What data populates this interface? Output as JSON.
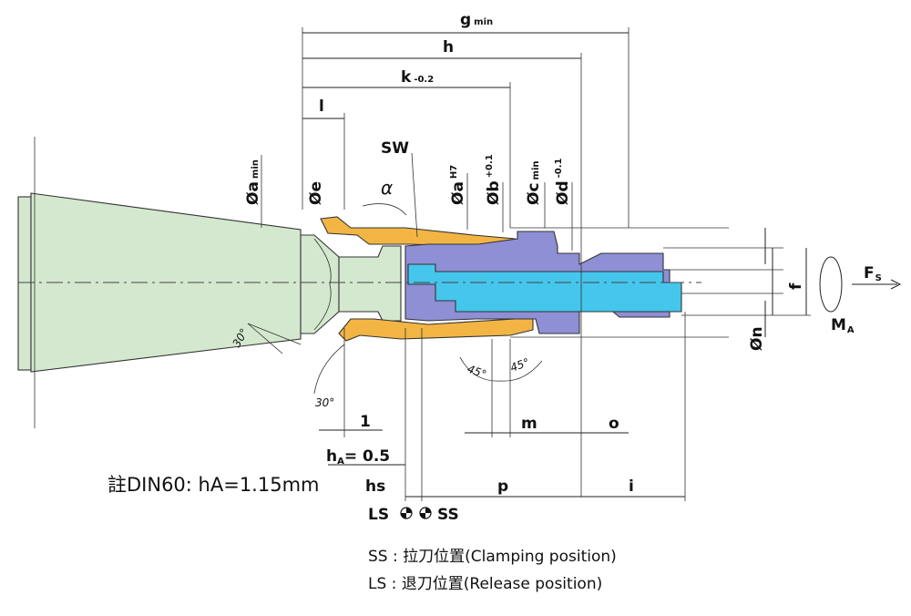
{
  "labels": {
    "g_main": "g",
    "g_sub": "min",
    "h": "h",
    "k_main": "k",
    "k_sub": "-0.2",
    "l": "l",
    "sw": "SW",
    "alpha": "α",
    "a_min_main": "Øa",
    "a_min_sub": "min",
    "e": "Øe",
    "aH7_main": "Øa",
    "aH7_sub": "H7",
    "b_main": "Øb",
    "b_sub": "+0.1",
    "c_main": "Øc",
    "c_sub": "min",
    "d_main": "Ød",
    "d_sub": "-0.1",
    "f": "f",
    "n": "Øn",
    "fs_main": "F",
    "fs_sub": "S",
    "ma_main": "M",
    "ma_sub": "A",
    "angle30a": "30°",
    "angle30b": "30°",
    "angle45a": "45°",
    "angle45b": "45°",
    "dim1": "1",
    "m": "m",
    "o": "o",
    "ha_main": "h",
    "ha_sub": "A",
    "ha_val": "= 0.5",
    "hs": "hs",
    "p": "p",
    "i": "i",
    "ls": "LS",
    "ss": "SS"
  },
  "notes": {
    "din60": "註DIN60: hA=1.15mm",
    "ss_note": "SS : 拉刀位置(Clamping position)",
    "ls_note": "LS : 退刀位置(Release position)"
  },
  "colors": {
    "holder": "#d4e8cf",
    "collet": "#f2b544",
    "drawbar": "#8f8fd6",
    "rod": "#45c6ec"
  }
}
